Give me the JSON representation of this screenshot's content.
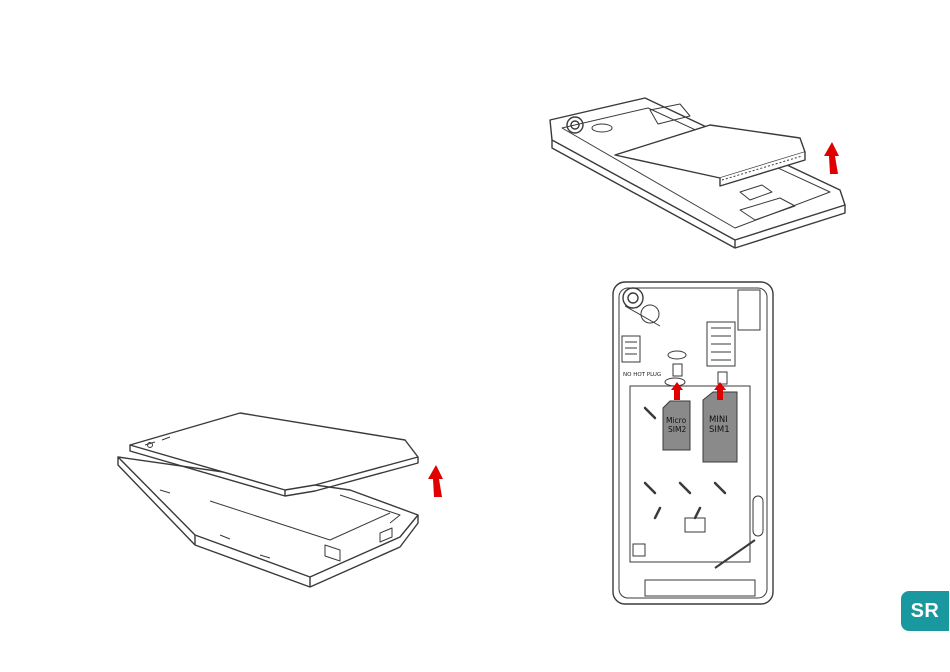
{
  "colors": {
    "arrow": "#e00000",
    "badge": "#1a98a0",
    "line": "#3a3a3a",
    "sim_fill": "#8a8a8a"
  },
  "figures": {
    "remove_cover": {
      "icon": "phone-back-cover-lift"
    },
    "remove_battery": {
      "icon": "phone-battery-lift"
    },
    "insert_sims": {
      "warning_label": "NO HOT PLUG",
      "sim2_label_line1": "Micro",
      "sim2_label_line2": "SIM2",
      "sim1_label_line1": "MINI",
      "sim1_label_line2": "SIM1"
    }
  },
  "language_badge": {
    "label": "SR"
  }
}
